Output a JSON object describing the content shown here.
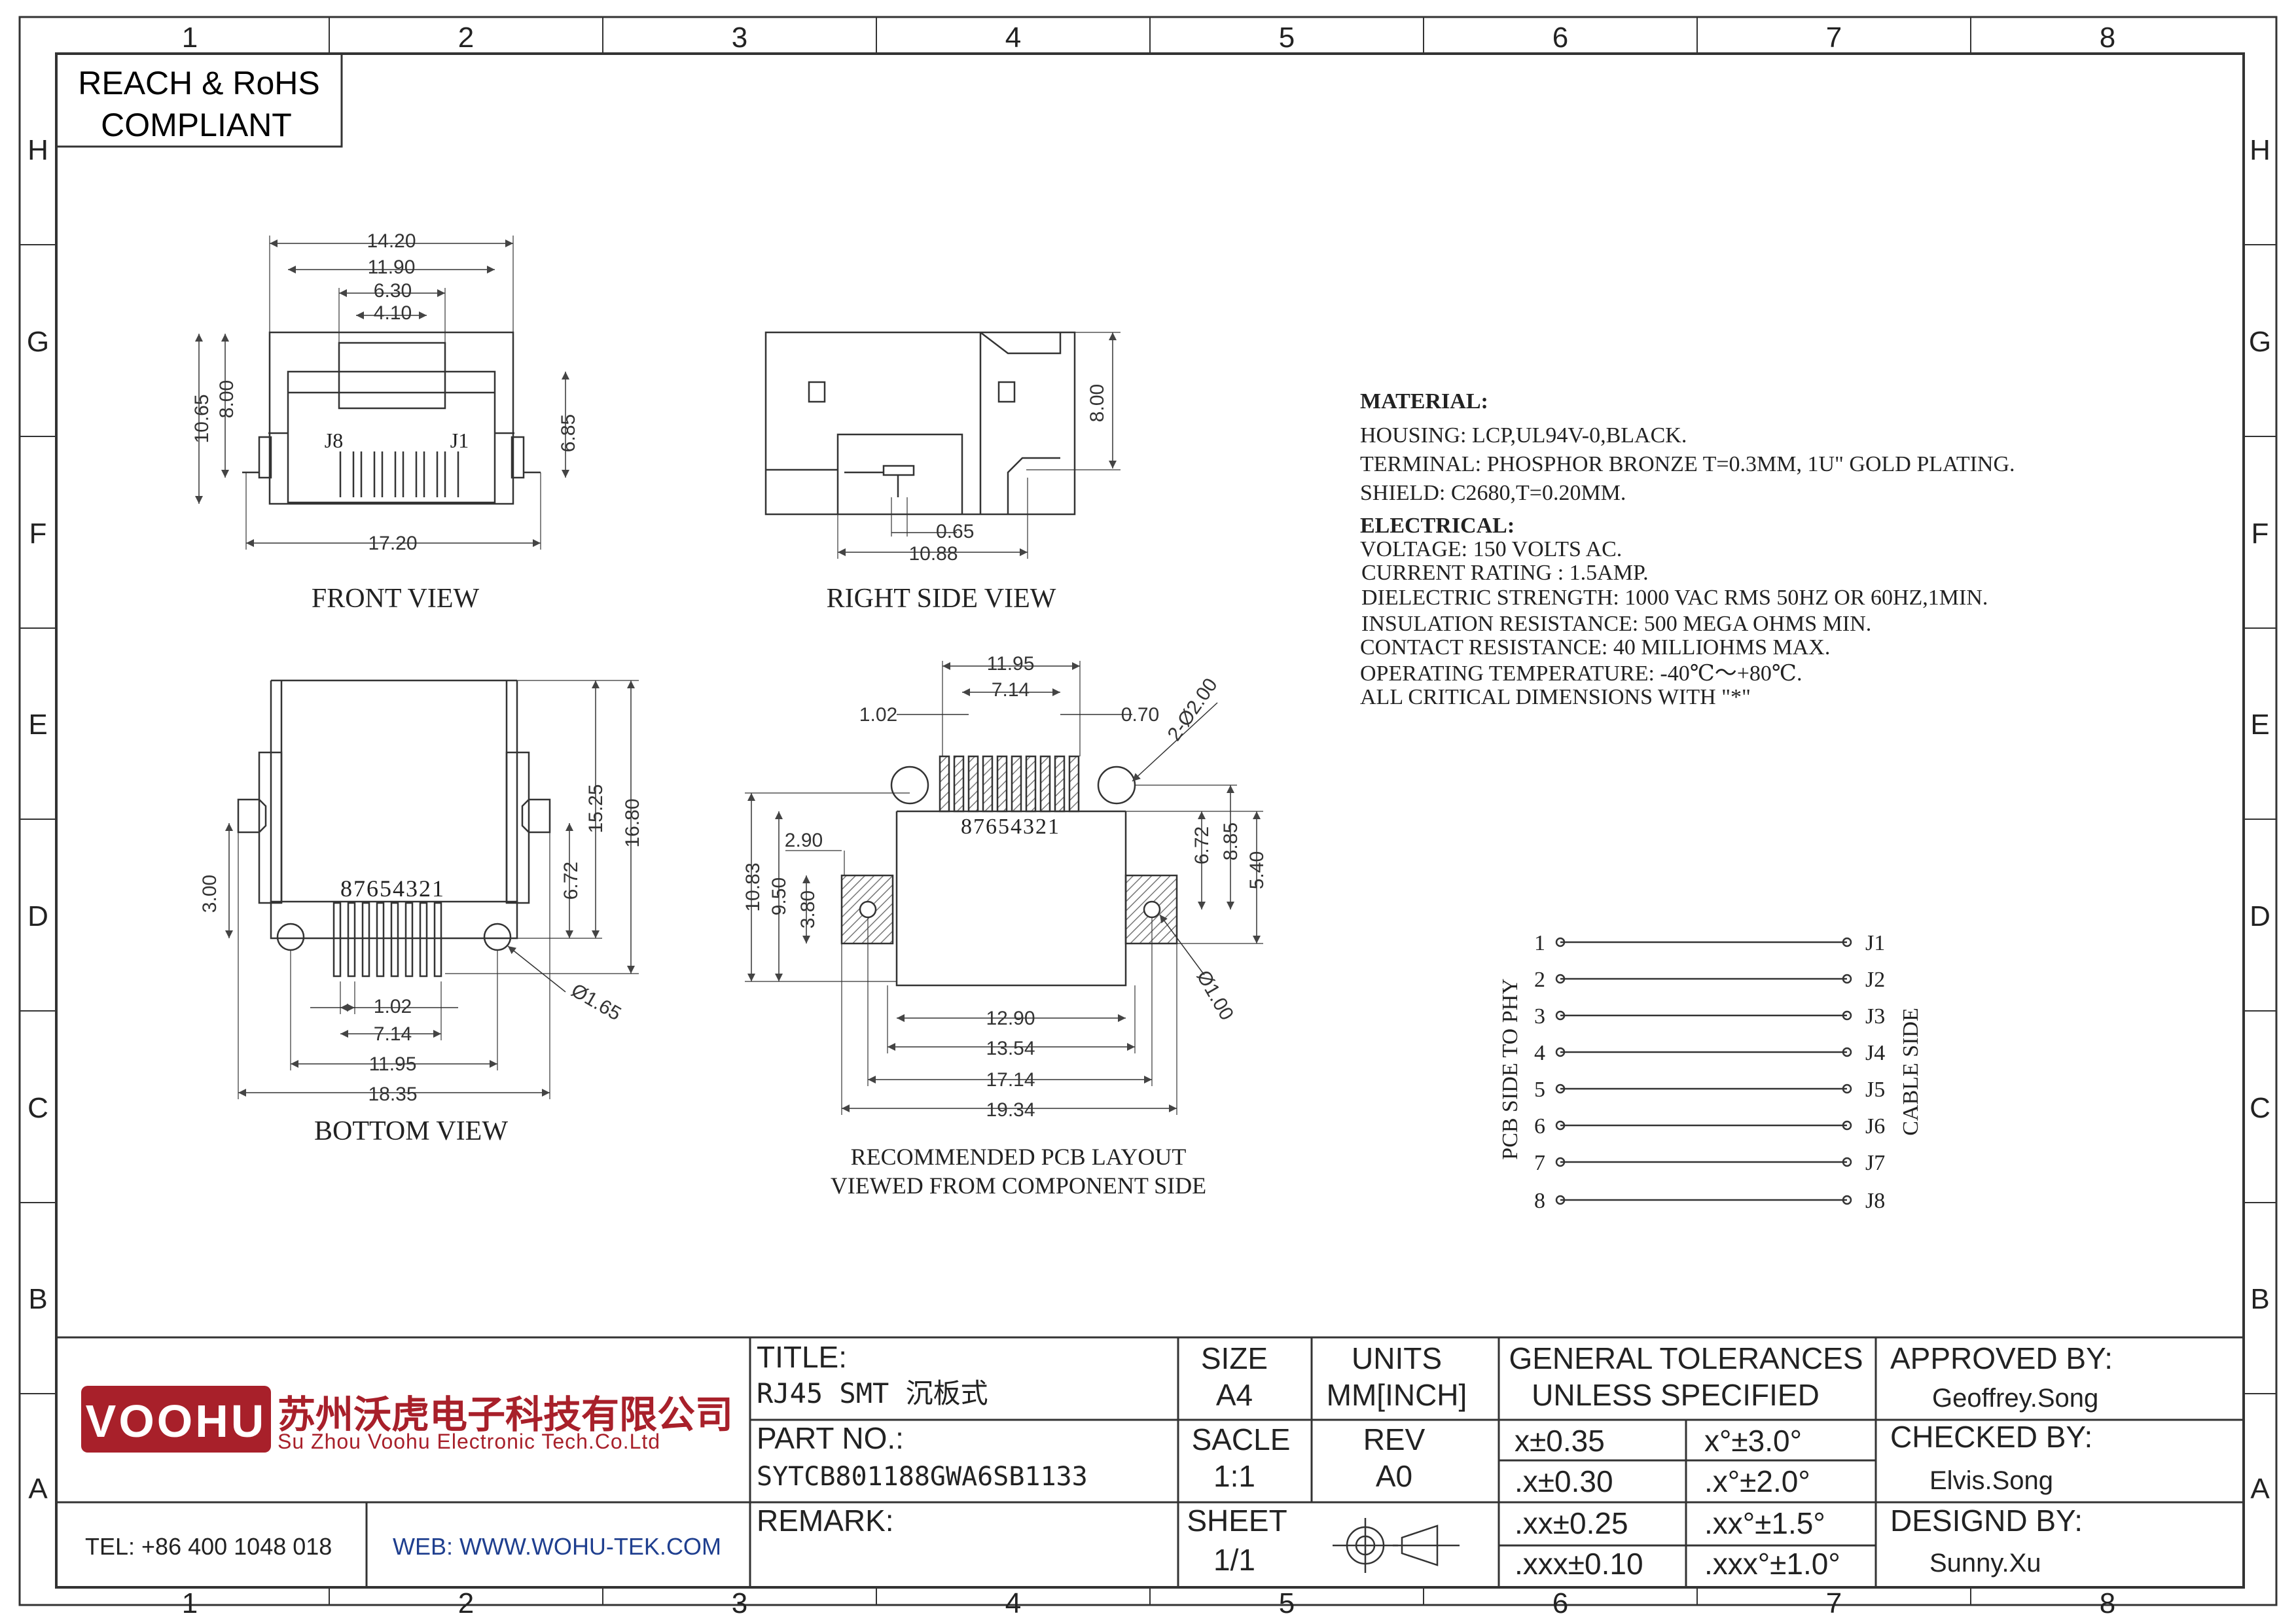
{
  "zone_columns": [
    "1",
    "2",
    "3",
    "4",
    "5",
    "6",
    "7",
    "8"
  ],
  "zone_rows": [
    "H",
    "G",
    "F",
    "E",
    "D",
    "C",
    "B",
    "A"
  ],
  "compliance": [
    "REACH & RoHS",
    "COMPLIANT"
  ],
  "views": {
    "front": {
      "title": "FRONT VIEW",
      "dims": [
        "14.20",
        "11.90",
        "6.30",
        "4.10",
        "10.65",
        "8.00",
        "6.85",
        "17.20"
      ],
      "pins": [
        "J8",
        "J1"
      ]
    },
    "right": {
      "title": "RIGHT SIDE VIEW",
      "dims": [
        "8.00",
        "0.65",
        "10.88"
      ]
    },
    "bottom": {
      "title": "BOTTOM VIEW",
      "pin_numbers": "87654321",
      "dims": [
        "15.25",
        "16.80",
        "6.72",
        "3.00",
        "1.02",
        "7.14",
        "11.95",
        "18.35",
        "Ø1.65"
      ]
    },
    "pcb": {
      "title_lines": [
        "RECOMMENDED PCB LAYOUT",
        "VIEWED FROM COMPONENT SIDE"
      ],
      "pin_numbers": "87654321",
      "dims": [
        "11.95",
        "7.14",
        "1.02",
        "0.70",
        "2-Ø2.00",
        "10.83",
        "9.50",
        "2.90",
        "3.80",
        "6.72",
        "8.85",
        "5.40",
        "Ø1.00",
        "12.90",
        "13.54",
        "17.14",
        "19.34"
      ]
    }
  },
  "specs": {
    "material_heading": "MATERIAL:",
    "material": [
      "HOUSING: LCP,UL94V-0,BLACK.",
      "TERMINAL: PHOSPHOR BRONZE T=0.3MM, 1U\" GOLD PLATING.",
      "SHIELD: C2680,T=0.20MM."
    ],
    "electrical_heading": "ELECTRICAL:",
    "electrical": [
      "VOLTAGE: 150 VOLTS AC.",
      "CURRENT RATING : 1.5AMP.",
      "DIELECTRIC STRENGTH: 1000 VAC RMS 50HZ OR 60HZ,1MIN.",
      "INSULATION RESISTANCE: 500 MEGA OHMS MIN.",
      "CONTACT RESISTANCE: 40 MILLIOHMS MAX.",
      "OPERATING TEMPERATURE: -40℃～+80℃.",
      "ALL CRITICAL DIMENSIONS WITH \"*\""
    ]
  },
  "schematic": {
    "left_label": "PCB SIDE TO PHY",
    "right_label": "CABLE SIDE",
    "left_pins": [
      "1",
      "2",
      "3",
      "4",
      "5",
      "6",
      "7",
      "8"
    ],
    "right_pins": [
      "J1",
      "J2",
      "J3",
      "J4",
      "J5",
      "J6",
      "J7",
      "J8"
    ]
  },
  "title_block": {
    "brand_logo": "VOOHU",
    "company_cn": "苏州沃虎电子科技有限公司",
    "company_en": "Su Zhou Voohu Electronic Tech.Co.Ltd",
    "tel": "TEL: +86 400 1048 018",
    "web": "WEB: WWW.WOHU-TEK.COM",
    "title_label": "TITLE:",
    "title_value": "RJ45 SMT 沉板式",
    "part_label": "PART NO.:",
    "part_value": "SYTCB801188GWA6SB1133",
    "remark_label": "REMARK:",
    "size_label": "SIZE",
    "size_value": "A4",
    "units_label": "UNITS",
    "units_value": "MM[INCH]",
    "scale_label": "SACLE",
    "scale_value": "1:1",
    "rev_label": "REV",
    "rev_value": "A0",
    "sheet_label": "SHEET",
    "sheet_value": "1/1",
    "tol_heading_1": "GENERAL TOLERANCES",
    "tol_heading_2": "UNLESS SPECIFIED",
    "tolerances": [
      [
        "x±0.35",
        "x°±3.0°"
      ],
      [
        ".x±0.30",
        ".x°±2.0°"
      ],
      [
        ".xx±0.25",
        ".xx°±1.5°"
      ],
      [
        ".xxx±0.10",
        ".xxx°±1.0°"
      ]
    ],
    "approved_label": "APPROVED BY:",
    "approved_value": "Geoffrey.Song",
    "checked_label": "CHECKED BY:",
    "checked_value": "Elvis.Song",
    "designed_label": "DESIGND BY:",
    "designed_value": "Sunny.Xu"
  },
  "colors": {
    "ink": "#222222",
    "brand_red": "#a8202a",
    "web_blue": "#1f3f8f",
    "hatch": "#888888"
  }
}
